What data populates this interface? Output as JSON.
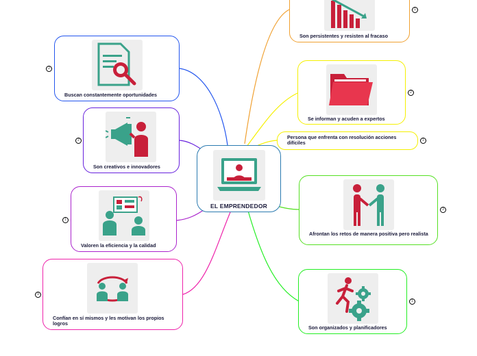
{
  "center": {
    "title": "EL EMPRENDEDOR"
  },
  "nodes": {
    "fracaso": {
      "label": "Son persistentes y resisten al fracaso",
      "badge": "1",
      "color": "#f0a030"
    },
    "expertos": {
      "label": "Se informan y acuden a expertos",
      "badge": "2",
      "color": "#f5f000"
    },
    "dificiles": {
      "label": "Persona que enfrenta con resolución acciones difíciles",
      "badge": "1",
      "color": "#f5f000"
    },
    "retos": {
      "label": "Afrontan los retos de manera positiva pero realista",
      "badge": "3",
      "color": "#55e022"
    },
    "organizados": {
      "label": "Son organizados y planificadores",
      "badge": "1",
      "color": "#22ee22"
    },
    "oportunidades": {
      "label": "Buscan constantemente oportunidades",
      "badge": "2",
      "color": "#2255ee"
    },
    "creativos": {
      "label": "Son creativos e innovadores",
      "badge": "2",
      "color": "#6620dd"
    },
    "eficiencia": {
      "label": "Valoren la eficiencia y la calidad",
      "badge": "1",
      "color": "#aa22cc"
    },
    "logros": {
      "label": "Confían en sí mismos y les motivan los propios logros",
      "badge": "9",
      "color": "#ee22aa"
    }
  },
  "colors": {
    "red": "#c8203a",
    "teal": "#3aa28a",
    "tile": "#eeeeee",
    "center_border": "#2a7ab0"
  },
  "icons": {
    "center": "presenter-on-laptop-icon",
    "fracaso": "declining-bar-chart-icon",
    "expertos": "folder-icon",
    "retos": "handshake-icon",
    "organizados": "runner-with-gears-icon",
    "oportunidades": "document-search-icon",
    "creativos": "megaphone-person-icon",
    "eficiencia": "presentation-board-icon",
    "logros": "team-cycle-icon"
  }
}
